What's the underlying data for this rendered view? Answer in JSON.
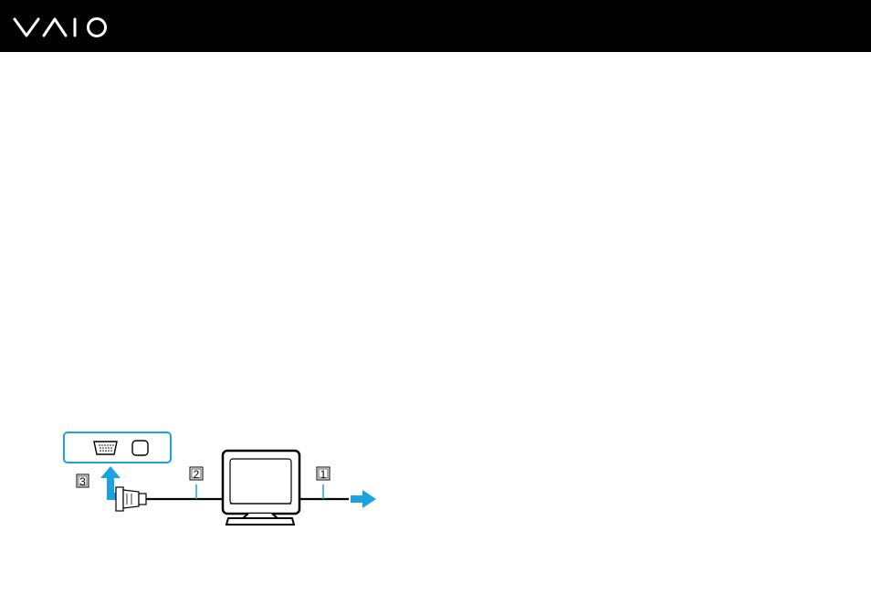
{
  "header": {
    "logo_text": "VAIO",
    "background_color": "#000000",
    "logo_color": "#ffffff"
  },
  "figure": {
    "accent_color": "#1aa3e0",
    "callouts": [
      {
        "id": "1",
        "label": "1"
      },
      {
        "id": "2",
        "label": "2"
      },
      {
        "id": "3",
        "label": "3"
      }
    ],
    "icons": [
      "monitor-port-panel-icon",
      "vga-port-icon",
      "port-icon",
      "vga-connector-icon",
      "monitor-icon",
      "power-arrow-icon",
      "connect-arrow-icon"
    ]
  }
}
